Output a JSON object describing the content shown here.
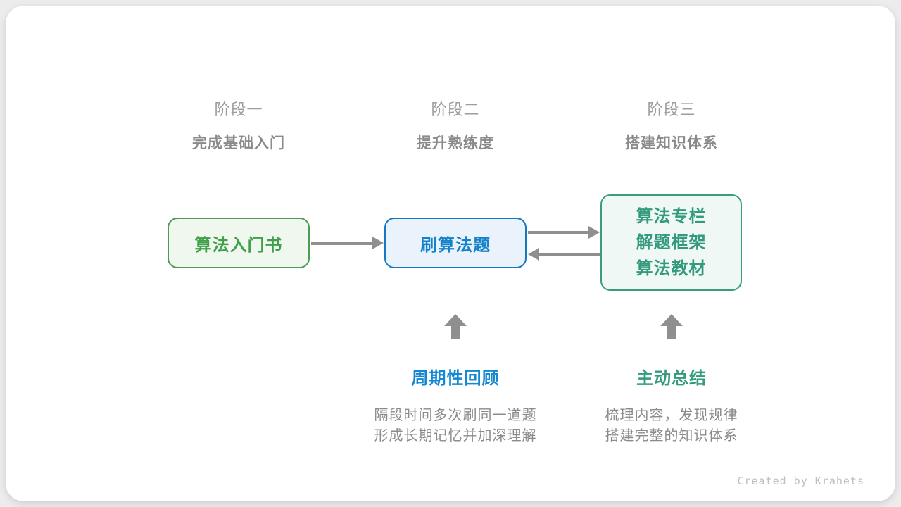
{
  "colors": {
    "green-border": "#4f9b54",
    "green-fill": "#eff7ef",
    "green-text": "#3fa04a",
    "blue-border": "#1678c2",
    "blue-fill": "#eaf3fb",
    "blue-text": "#1482cb",
    "blue-heading": "#1487d2",
    "teal-border": "#3a9b80",
    "teal-fill": "#eff8f4",
    "teal-text": "#349a7d",
    "arrow-gray": "#8f8f8f"
  },
  "stages": [
    {
      "title": "阶段一",
      "subtitle": "完成基础入门"
    },
    {
      "title": "阶段二",
      "subtitle": "提升熟练度"
    },
    {
      "title": "阶段三",
      "subtitle": "搭建知识体系"
    }
  ],
  "boxes": {
    "intro_book": {
      "label": "算法入门书"
    },
    "practice": {
      "label": "刷算法题"
    },
    "resources": {
      "lines": [
        "算法专栏",
        "解题框架",
        "算法教材"
      ]
    }
  },
  "annotations": [
    {
      "heading": "周期性回顾",
      "line1": "隔段时间多次刷同一道题",
      "line2": "形成长期记忆并加深理解"
    },
    {
      "heading": "主动总结",
      "line1": "梳理内容，发现规律",
      "line2": "搭建完整的知识体系"
    }
  ],
  "footer": {
    "credit": "Created by Krahets"
  }
}
